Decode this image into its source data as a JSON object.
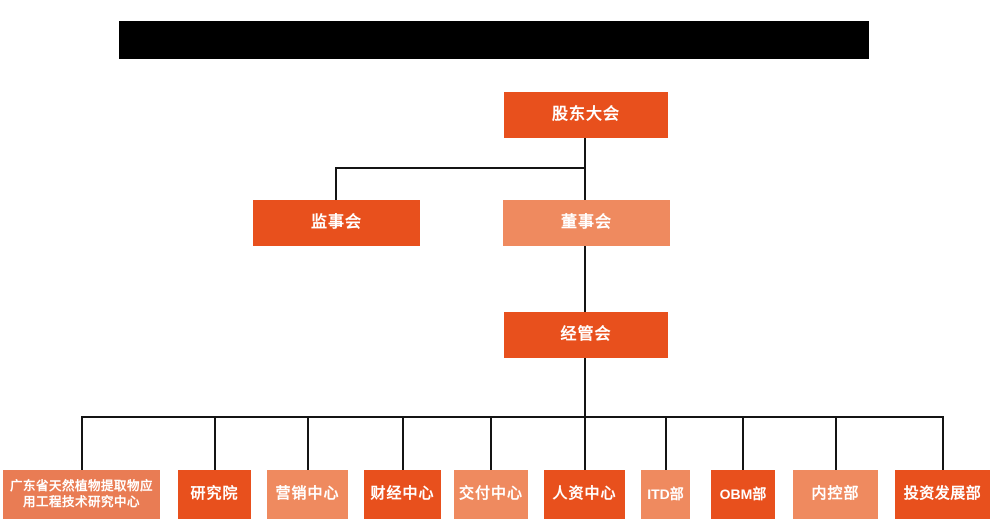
{
  "header": {
    "redacted_bar": true
  },
  "colors": {
    "strong": "#E8501D",
    "light": "#EF8A5F",
    "medium": "#E97C54",
    "line": "#141414",
    "node_text": "#FFFFFF",
    "background": "#FFFFFF"
  },
  "nodes": {
    "shareholders": {
      "label": "股东大会",
      "variant": "strong"
    },
    "supervisory": {
      "label": "监事会",
      "variant": "strong"
    },
    "board": {
      "label": "董事会",
      "variant": "light"
    },
    "management": {
      "label": "经管会",
      "variant": "strong"
    },
    "dept1": {
      "label": "广东省天然植物提取物应用工程技术研究中心",
      "variant": "medium"
    },
    "dept2": {
      "label": "研究院",
      "variant": "strong"
    },
    "dept3": {
      "label": "营销中心",
      "variant": "light"
    },
    "dept4": {
      "label": "财经中心",
      "variant": "strong"
    },
    "dept5": {
      "label": "交付中心",
      "variant": "light"
    },
    "dept6": {
      "label": "人资中心",
      "variant": "strong"
    },
    "dept7": {
      "label": "ITD部",
      "variant": "light"
    },
    "dept8": {
      "label": "OBM部",
      "variant": "strong"
    },
    "dept9": {
      "label": "内控部",
      "variant": "light"
    },
    "dept10": {
      "label": "投资发展部",
      "variant": "strong"
    }
  }
}
